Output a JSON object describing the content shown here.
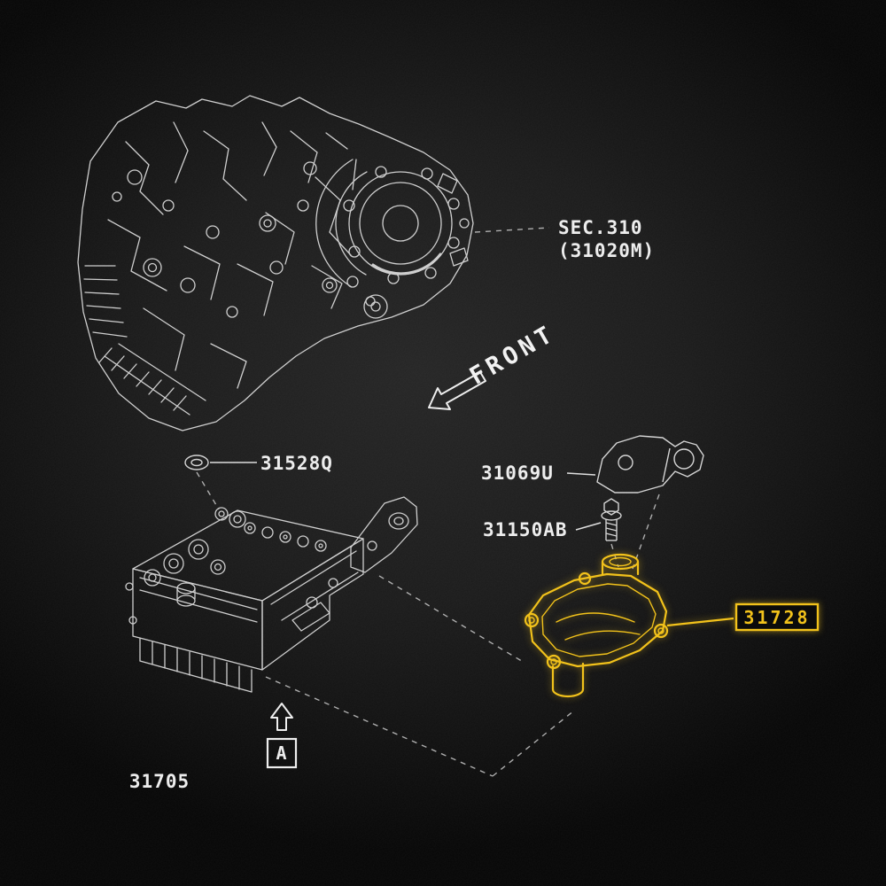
{
  "diagram": {
    "type": "exploded-parts-diagram",
    "colors": {
      "background": "#0b0b0b",
      "line": "#e2e2e2",
      "highlight": "#f2c21b"
    },
    "icons": {
      "front_arrow": "arrow-down-left-outline",
      "view_a_arrow": "arrow-up-outline"
    },
    "labels": {
      "section_ref": "SEC.310",
      "section_sub": "(31020M)",
      "front": "FRONT",
      "washer": "31528Q",
      "bracket": "31069U",
      "bolt": "31150AB",
      "strainer": "31728",
      "valve_body": "31705",
      "view_marker": "A"
    }
  }
}
